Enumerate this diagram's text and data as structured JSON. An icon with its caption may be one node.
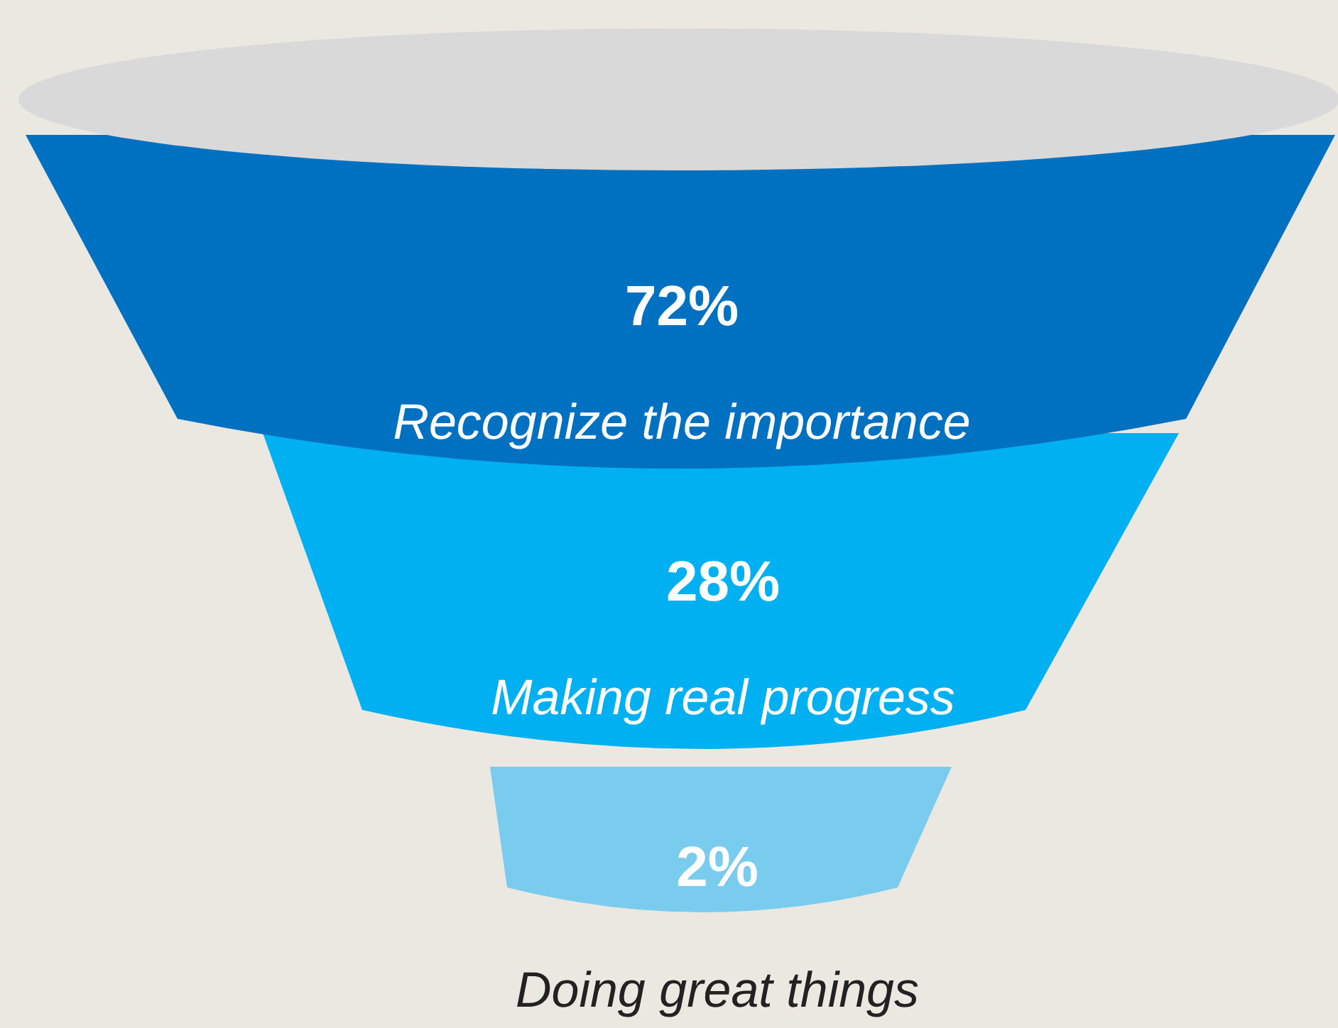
{
  "diagram": {
    "nodes": [
      {
        "text": [],
        "shape": "ellipse"
      },
      {
        "text": [
          "72%",
          "Recognize the importance"
        ]
      },
      {
        "text": [
          "28%",
          "Making real progress"
        ]
      },
      {
        "text": [
          "2%",
          "Doing great things"
        ]
      }
    ]
  }
}
